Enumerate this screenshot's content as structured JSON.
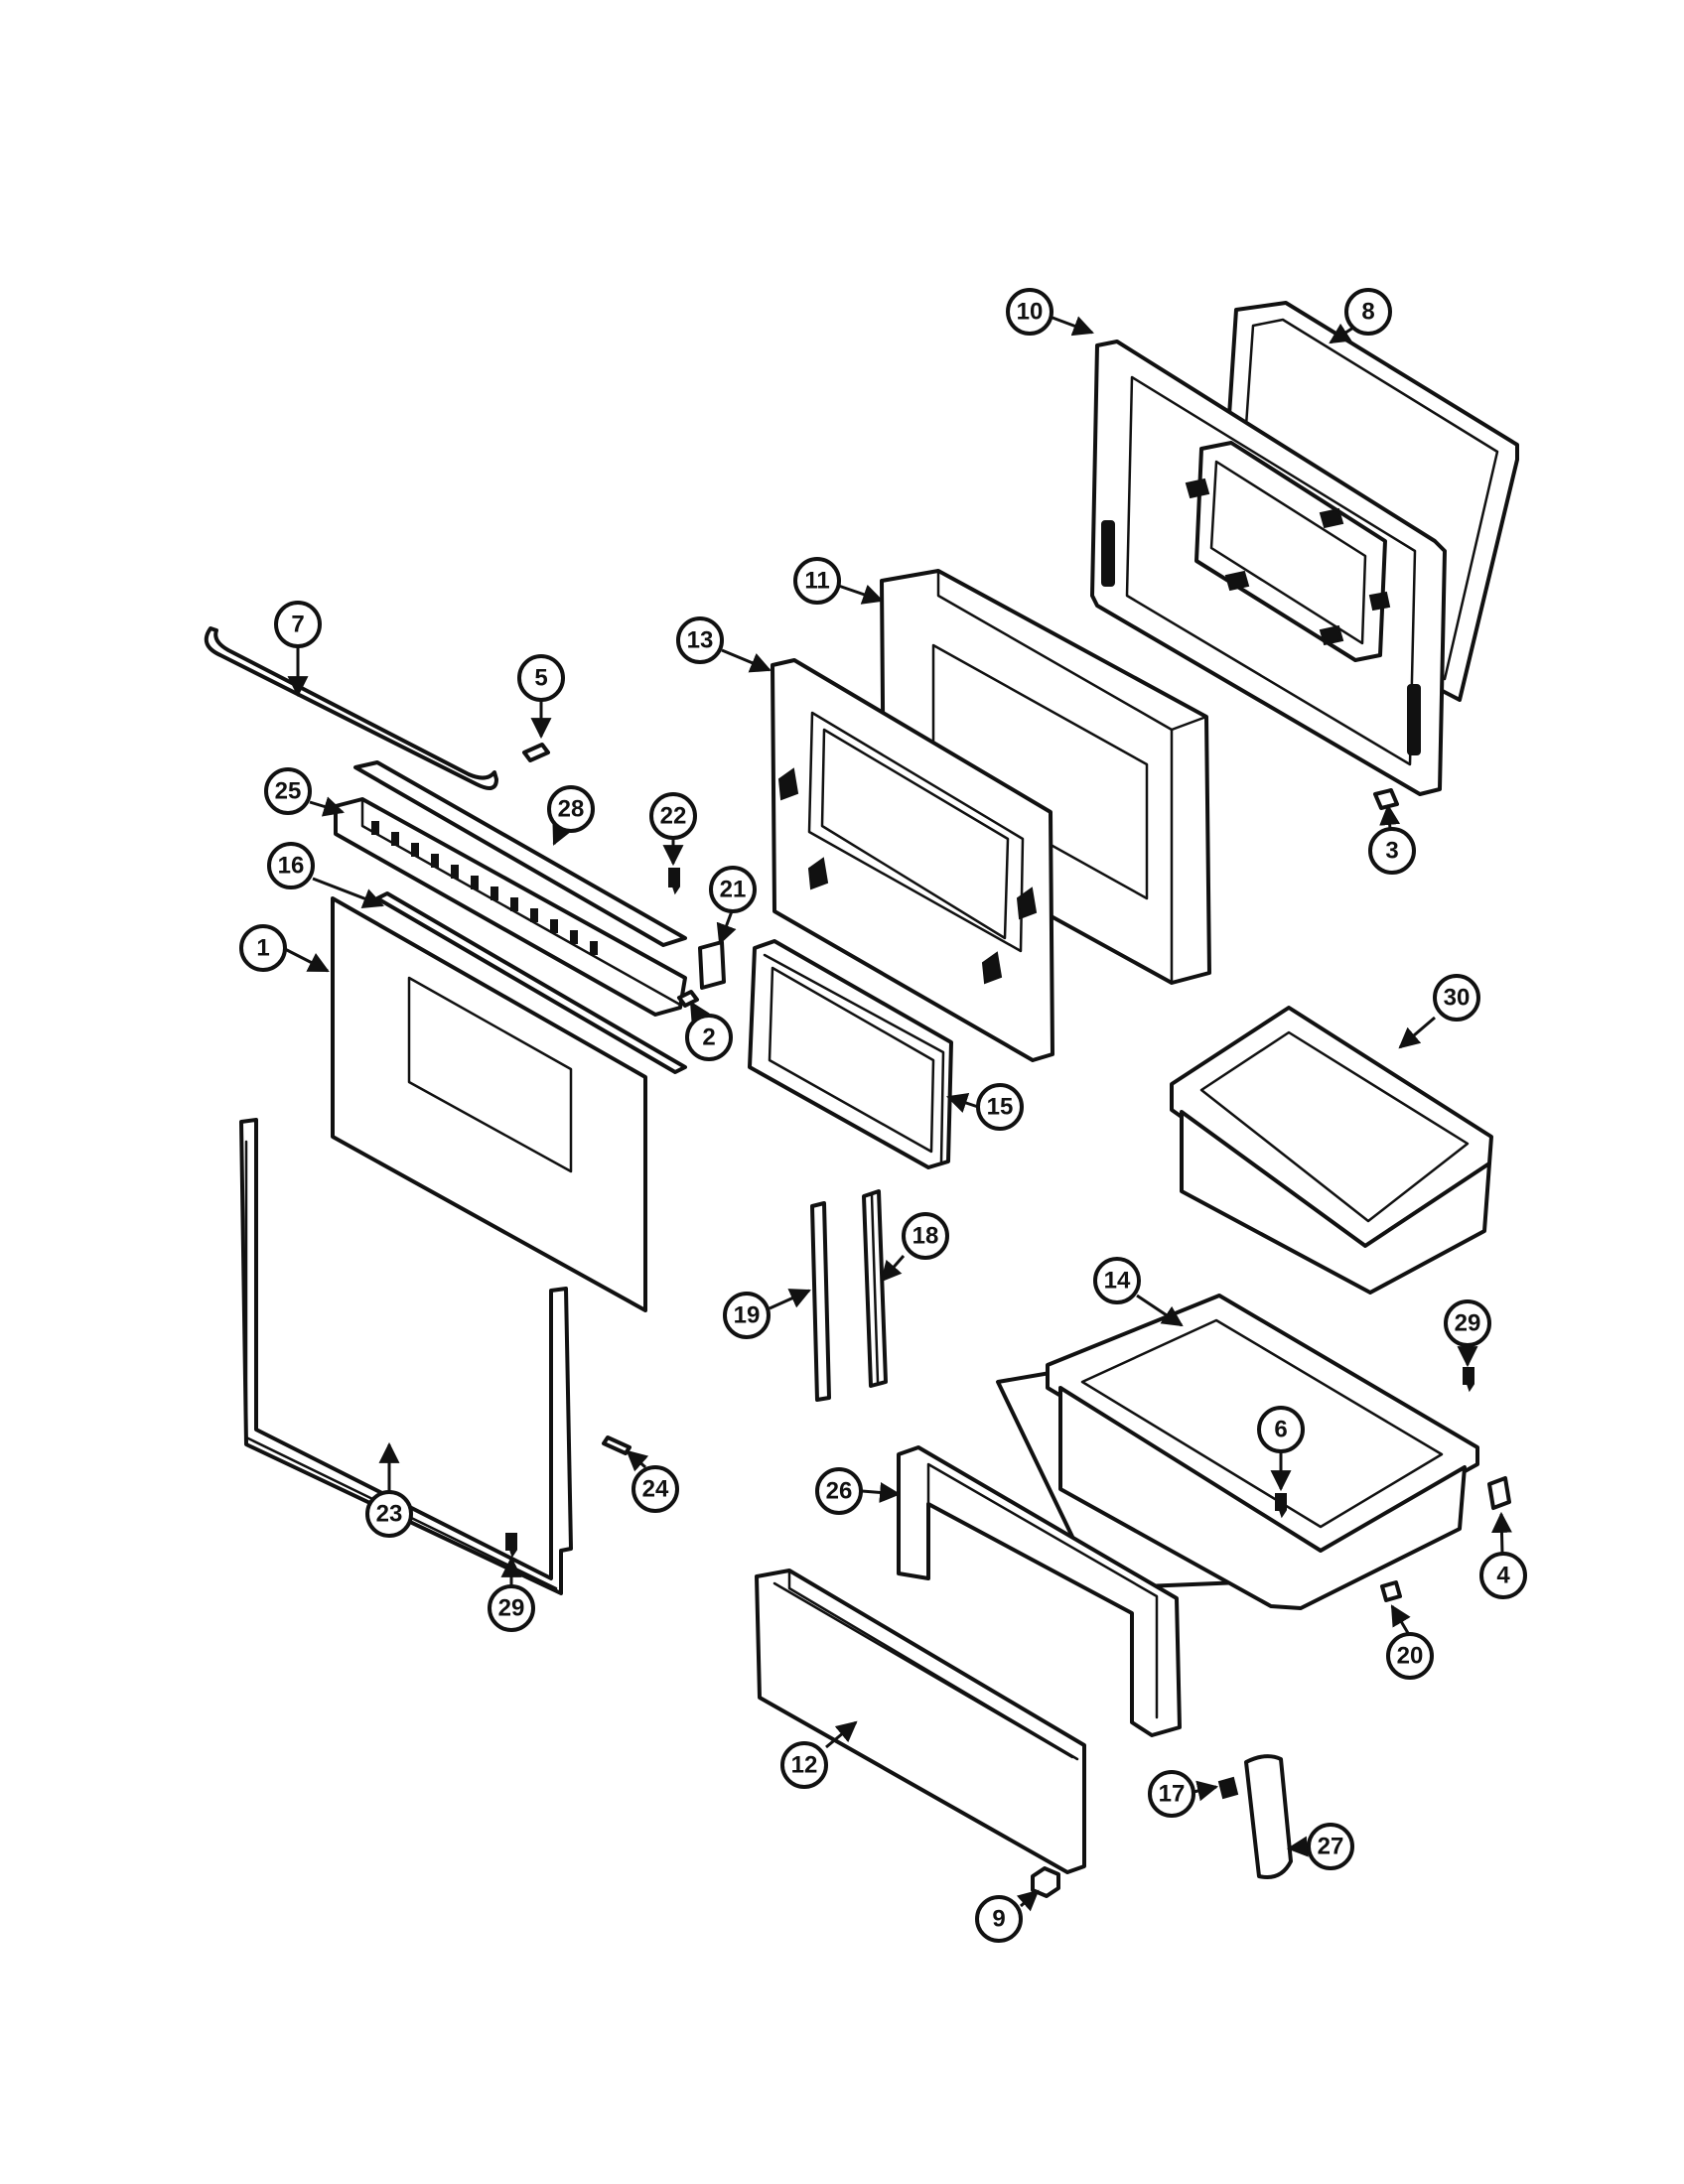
{
  "figure": {
    "type": "exploded-parts-diagram",
    "colors": {
      "line": "#111111",
      "background": "#ffffff"
    }
  },
  "callouts": [
    "1",
    "2",
    "3",
    "4",
    "5",
    "6",
    "7",
    "8",
    "9",
    "10",
    "11",
    "12",
    "13",
    "14",
    "15",
    "16",
    "17",
    "18",
    "19",
    "20",
    "21",
    "22",
    "23",
    "24",
    "25",
    "26",
    "27",
    "28",
    "29",
    "29",
    "30"
  ]
}
